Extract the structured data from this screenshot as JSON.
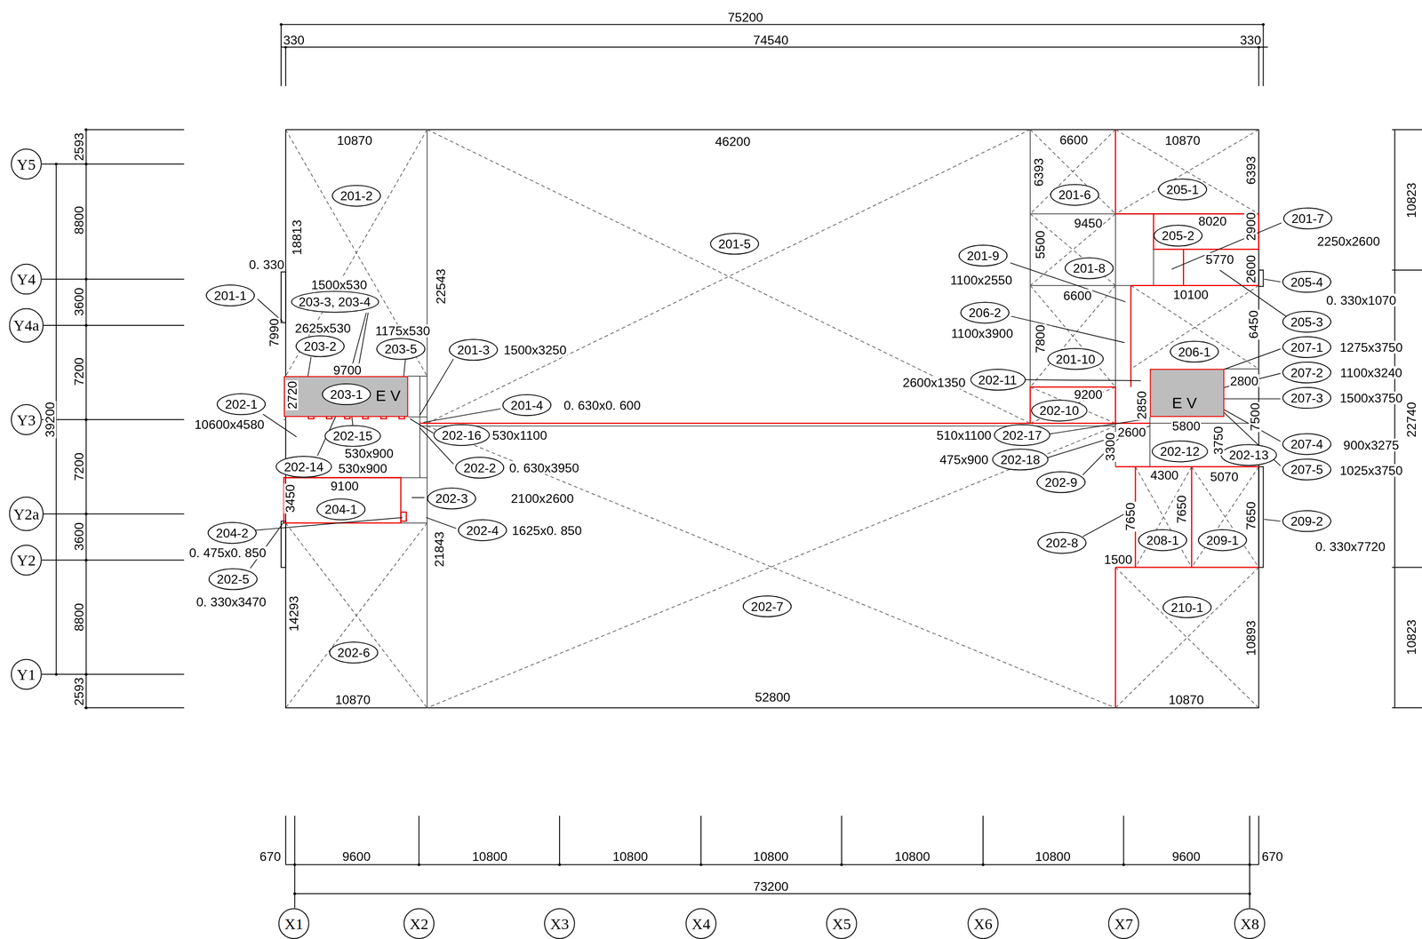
{
  "diagram": {
    "nodes": [
      {
        "text": [
          "Y5"
        ]
      },
      {
        "text": [
          "Y4"
        ]
      },
      {
        "text": [
          "Y4a"
        ]
      },
      {
        "text": [
          "Y3"
        ]
      },
      {
        "text": [
          "Y2a"
        ]
      },
      {
        "text": [
          "Y2"
        ]
      },
      {
        "text": [
          "Y1"
        ]
      },
      {
        "text": [
          "X1"
        ]
      },
      {
        "text": [
          "X2"
        ]
      },
      {
        "text": [
          "X3"
        ]
      },
      {
        "text": [
          "X4"
        ]
      },
      {
        "text": [
          "X5"
        ]
      },
      {
        "text": [
          "X6"
        ]
      },
      {
        "text": [
          "X7"
        ]
      },
      {
        "text": [
          "X8"
        ]
      },
      {
        "text": [
          "201-2"
        ]
      },
      {
        "text": [
          "201-1"
        ]
      },
      {
        "text": [
          "203-3, 203-4"
        ]
      },
      {
        "text": [
          "203-2"
        ]
      },
      {
        "text": [
          "203-5"
        ]
      },
      {
        "text": [
          "201-3"
        ]
      },
      {
        "text": [
          "E V"
        ]
      },
      {
        "text": [
          "203-1"
        ],
        "in": 21
      },
      {
        "text": [
          "202-1"
        ]
      },
      {
        "text": [
          "201-4"
        ]
      },
      {
        "text": [
          "202-16"
        ]
      },
      {
        "text": [
          "202-15"
        ]
      },
      {
        "text": [
          "202-2"
        ]
      },
      {
        "text": [
          "202-14"
        ]
      },
      {
        "text": [
          "202-3"
        ]
      },
      {
        "text": [
          "204-1"
        ]
      },
      {
        "text": [
          "204-2"
        ]
      },
      {
        "text": [
          "202-4"
        ]
      },
      {
        "text": [
          "202-5"
        ]
      },
      {
        "text": [
          "202-6"
        ]
      },
      {
        "text": [
          "201-5"
        ]
      },
      {
        "text": [
          "202-7"
        ]
      },
      {
        "text": [
          "201-6"
        ]
      },
      {
        "text": [
          "205-1"
        ]
      },
      {
        "text": [
          "201-7"
        ]
      },
      {
        "text": [
          "205-2"
        ]
      },
      {
        "text": [
          "201-9"
        ]
      },
      {
        "text": [
          "201-8"
        ]
      },
      {
        "text": [
          "205-4"
        ]
      },
      {
        "text": [
          "206-2"
        ]
      },
      {
        "text": [
          "205-3"
        ]
      },
      {
        "text": [
          "206-1"
        ]
      },
      {
        "text": [
          "207-1"
        ]
      },
      {
        "text": [
          "201-10"
        ]
      },
      {
        "text": [
          "E V"
        ]
      },
      {
        "text": [
          "207-2"
        ]
      },
      {
        "text": [
          "202-11"
        ]
      },
      {
        "text": [
          "207-3"
        ]
      },
      {
        "text": [
          "202-10"
        ]
      },
      {
        "text": [
          "202-17"
        ]
      },
      {
        "text": [
          "207-4"
        ]
      },
      {
        "text": [
          "202-12"
        ]
      },
      {
        "text": [
          "202-13"
        ]
      },
      {
        "text": [
          "202-18"
        ]
      },
      {
        "text": [
          "207-5"
        ]
      },
      {
        "text": [
          "202-9"
        ]
      },
      {
        "text": [
          "202-8"
        ]
      },
      {
        "text": [
          "208-1"
        ]
      },
      {
        "text": [
          "209-1"
        ]
      },
      {
        "text": [
          "209-2"
        ]
      },
      {
        "text": [
          "210-1"
        ]
      }
    ],
    "labels": [
      "75200",
      "330",
      "74540",
      "330",
      "2593",
      "8800",
      "3600",
      "7200",
      "39200",
      "7200",
      "3600",
      "8800",
      "2593",
      "10823",
      "22740",
      "10823",
      "670",
      "9600",
      "10800",
      "10800",
      "10800",
      "10800",
      "10800",
      "9600",
      "670",
      "73200",
      "10870",
      "46200",
      "6600",
      "10870",
      "18813",
      "0. 330",
      "22543",
      "1500x530",
      "2625x530",
      "1175x530",
      "7990",
      "9700",
      "1500x3250",
      "2720",
      "0. 630x0. 600",
      "10600x4580",
      "530x1100",
      "530x900",
      "530x900",
      "0. 630x3950",
      "9100",
      "3450",
      "2100x2600",
      "1625x0. 850",
      "0. 475x0. 850",
      "21843",
      "0. 330x3470",
      "14293",
      "10870",
      "52800",
      "6393",
      "6393",
      "9450",
      "8020",
      "2900",
      "2250x2600",
      "5500",
      "5770",
      "2600",
      "1100x2550",
      "6600",
      "10100",
      "0. 330x1070",
      "1100x3900",
      "7800",
      "6450",
      "1275x3750",
      "2800",
      "1100x3240",
      "2600x1350",
      "9200",
      "2850",
      "1500x3750",
      "7500",
      "5800",
      "510x1100",
      "2600",
      "900x3275",
      "475x900",
      "3300",
      "3750",
      "1025x3750",
      "4300",
      "5070",
      "7650",
      "7650",
      "7650",
      "0. 330x7720",
      "1500",
      "10893",
      "10870"
    ]
  }
}
